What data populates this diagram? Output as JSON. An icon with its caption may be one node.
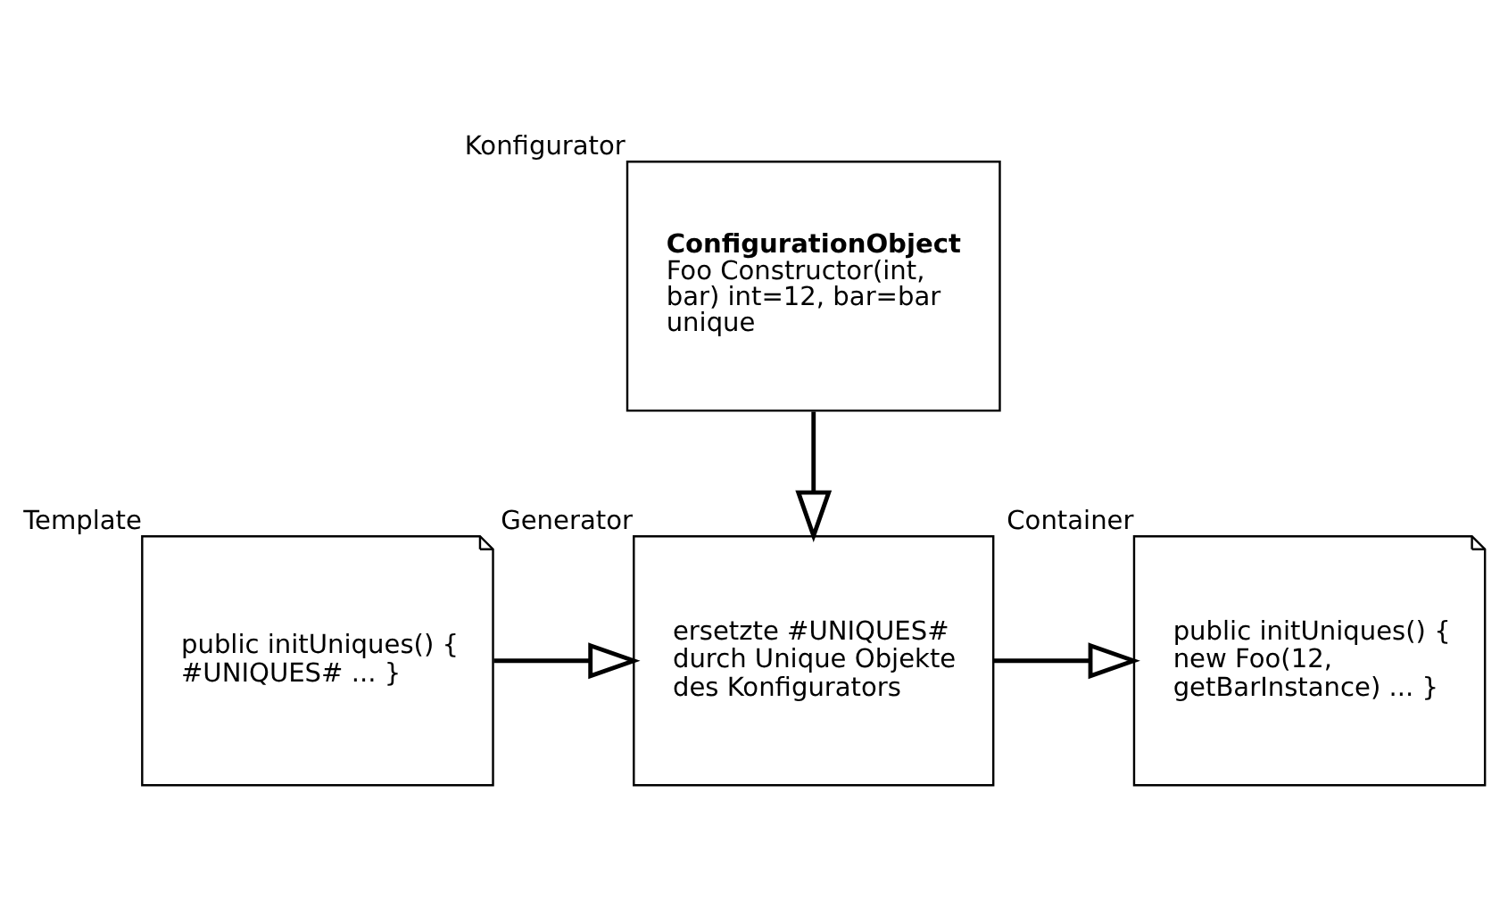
{
  "diagram": {
    "nodes": [
      {
        "text": [
          "ConfigurationObject",
          "Foo Constructor(int, bar) int=12, bar=bar unique"
        ],
        "beside": [
          "Konfigurator"
        ]
      },
      {
        "text": [
          "public initUniques() { #UNIQUES# ... }"
        ],
        "beside": [
          "Template"
        ]
      },
      {
        "text": [
          "ersetzte #UNIQUES# durch Unique Objekte des Konfigurators"
        ],
        "beside": [
          "Generator"
        ]
      },
      {
        "text": [
          "public initUniques() { new Foo(12, getBarInstance) ... }"
        ],
        "beside": [
          "Container"
        ]
      }
    ],
    "edges": [
      {
        "from": 0,
        "to": 2,
        "arrow": "to"
      },
      {
        "from": 1,
        "to": 2,
        "arrow": "to"
      },
      {
        "from": 2,
        "to": 3,
        "arrow": "to"
      }
    ]
  }
}
